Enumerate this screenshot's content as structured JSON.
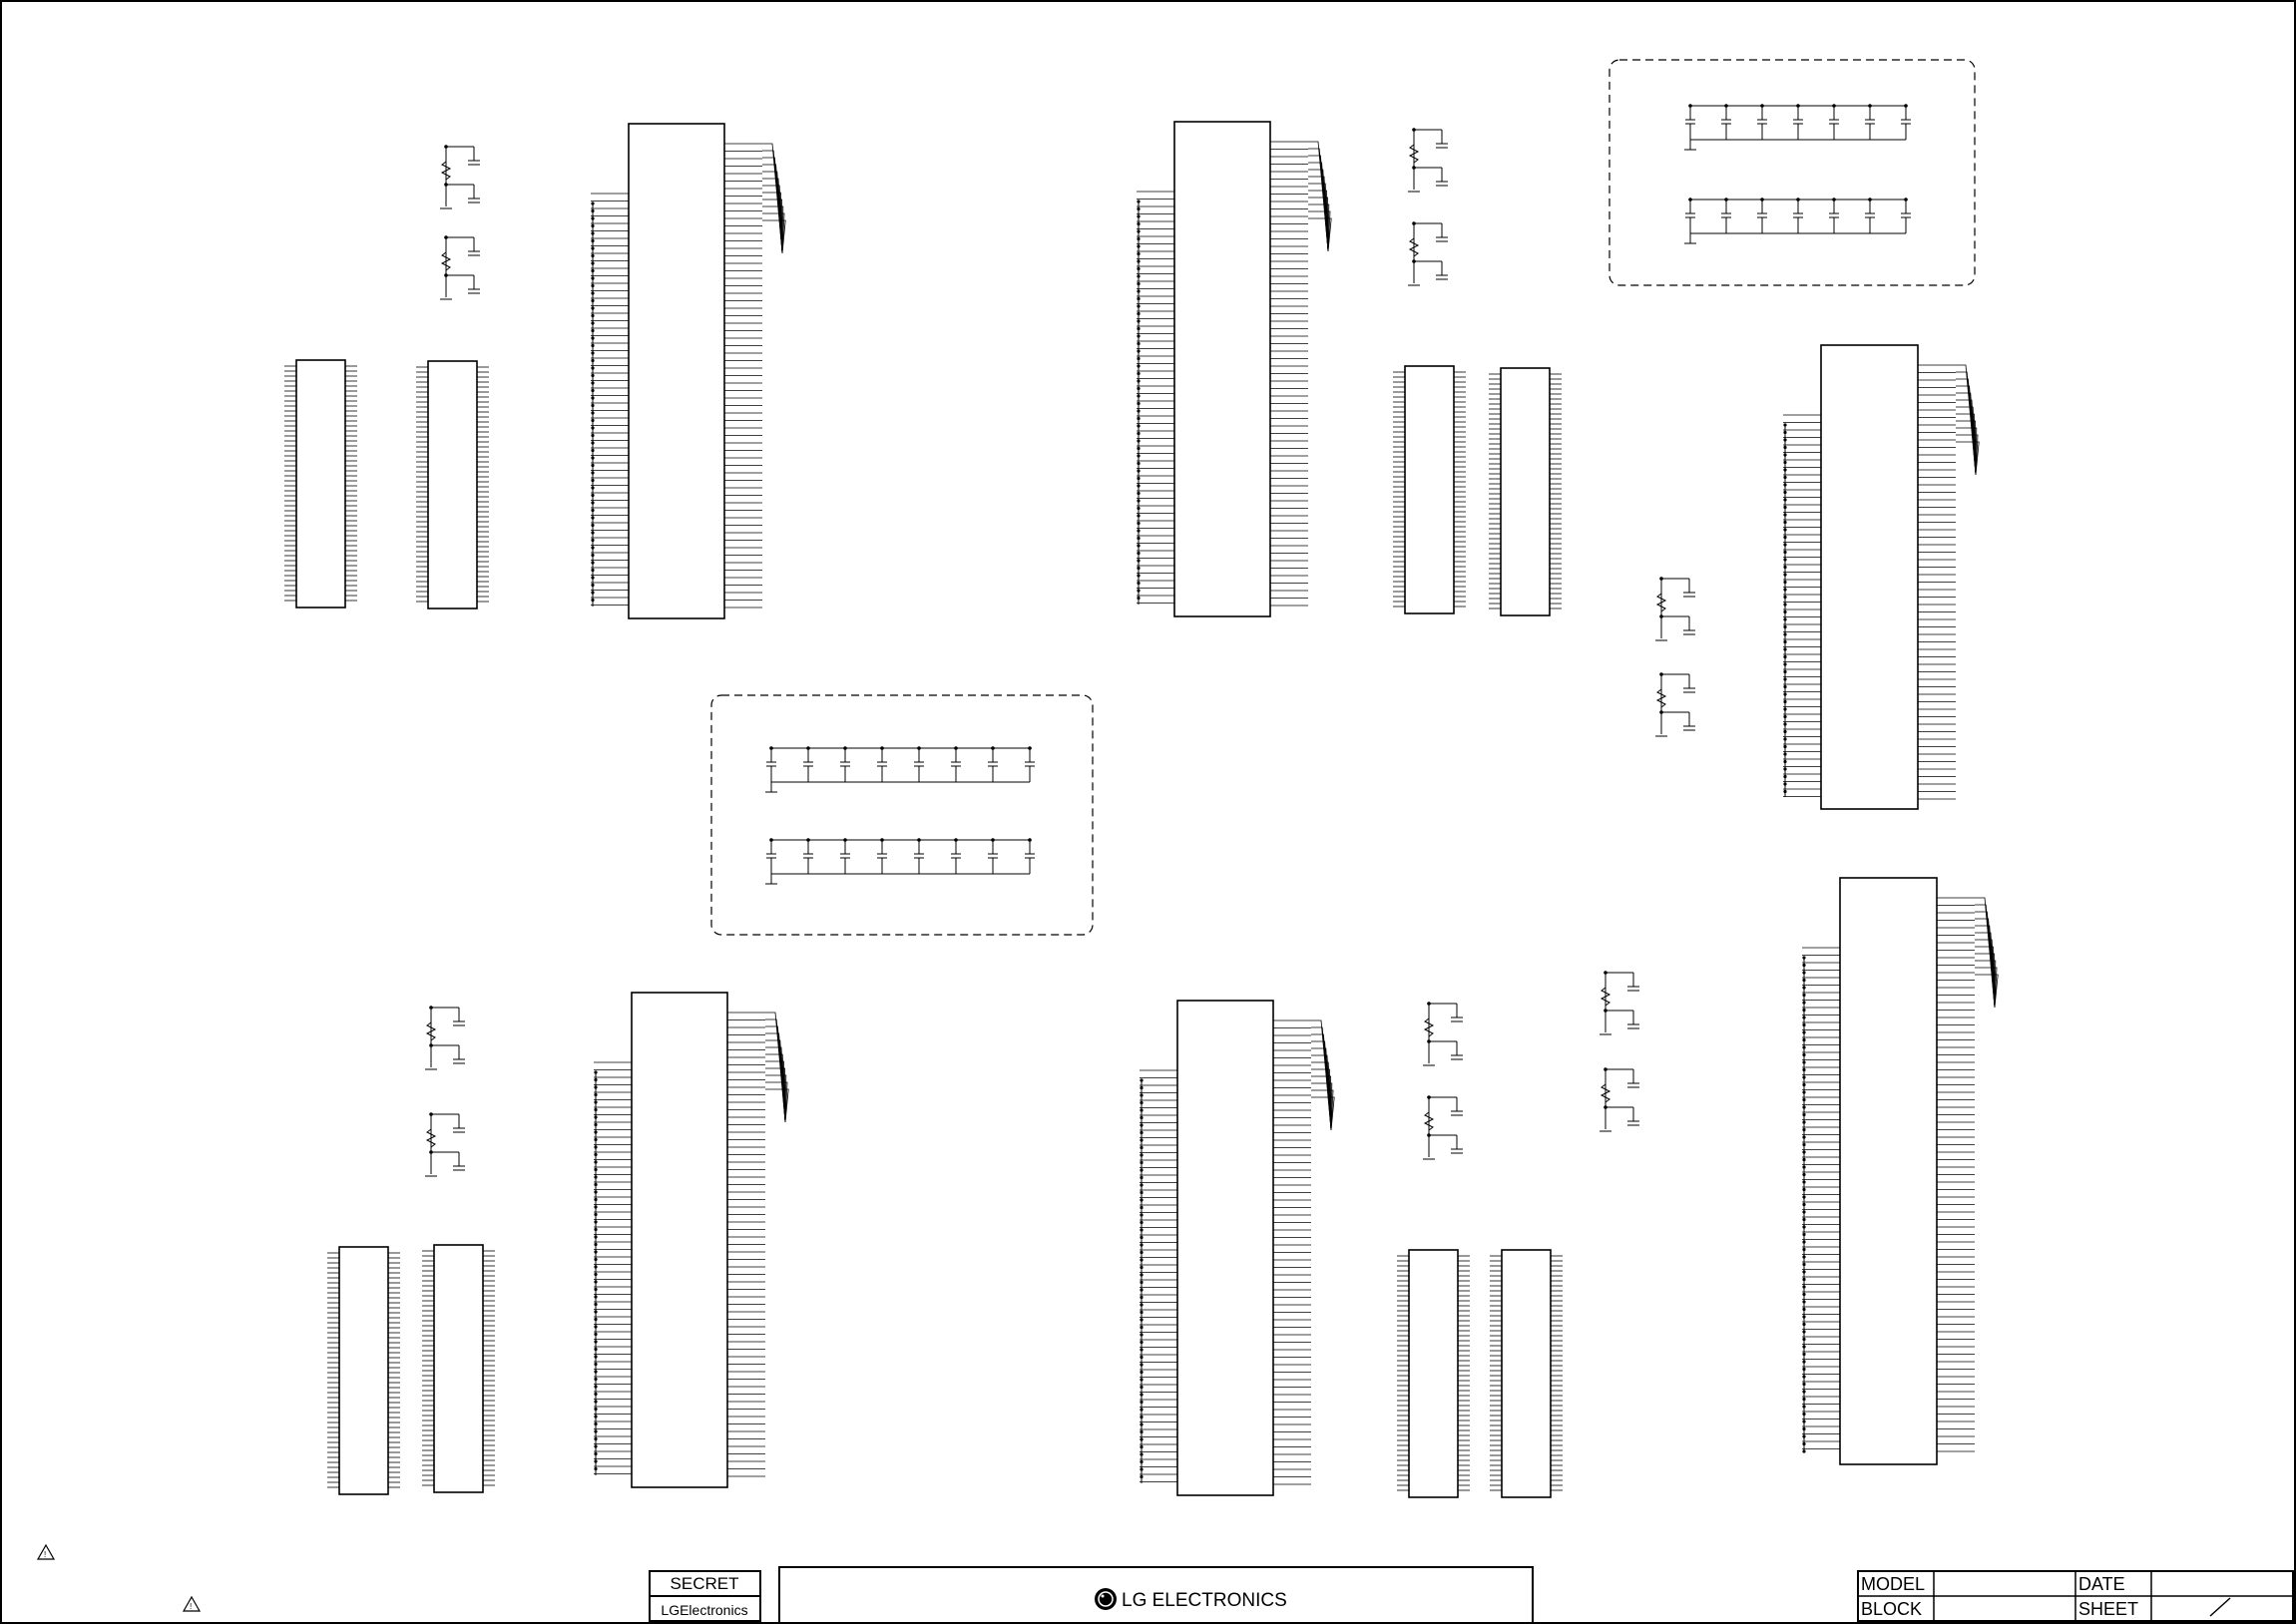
{
  "title_block": {
    "secret_label": "SECRET",
    "company_small": "LGElectronics",
    "company_logo_text": "LG ELECTRONICS",
    "model_label": "MODEL",
    "block_label": "BLOCK",
    "date_label": "DATE",
    "sheet_label": "SHEET"
  },
  "icons": [
    "warning-triangle-icon",
    "lg-logo-icon"
  ]
}
